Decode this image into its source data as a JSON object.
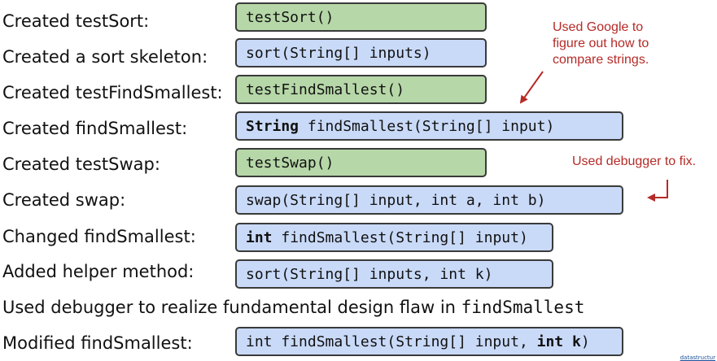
{
  "steps": [
    {
      "label": "Created testSort:",
      "code_pre": "testSort()",
      "color": "green"
    },
    {
      "label": "Created a sort skeleton:",
      "code_pre": "sort(String[] inputs)",
      "color": "blue"
    },
    {
      "label": "Created testFindSmallest:",
      "code_pre": "testFindSmallest()",
      "color": "green"
    },
    {
      "label": "Created findSmallest:",
      "code_kw": "String",
      "code_post": " findSmallest(String[] input)",
      "color": "blue"
    },
    {
      "label": "Created testSwap:",
      "code_pre": "testSwap()",
      "color": "green"
    },
    {
      "label": "Created swap:",
      "code_pre": "swap(String[] input, int a, int b)",
      "color": "blue"
    },
    {
      "label": "Changed findSmallest:",
      "code_kw": "int",
      "code_post": " findSmallest(String[] input)",
      "color": "blue"
    },
    {
      "label": "Added helper method:",
      "code_pre": "sort(String[] inputs, int k)",
      "color": "blue"
    },
    {
      "label": "Modified findSmallest:",
      "code_pre": "int findSmallest(String[] input, ",
      "code_kw": "int k",
      "code_post": ")",
      "color": "blue"
    }
  ],
  "design_flaw": {
    "text": "Used debugger to realize fundamental design flaw in ",
    "code": "findSmallest"
  },
  "notes": {
    "google": [
      "Used Google to",
      "figure out how to",
      "compare strings."
    ],
    "debugger": "Used debugger to fix."
  },
  "footer": "datastructur",
  "colors": {
    "green": "#b6d7a8",
    "blue": "#c9daf8",
    "note": "#b52b27",
    "border": "#3a3a3a"
  }
}
